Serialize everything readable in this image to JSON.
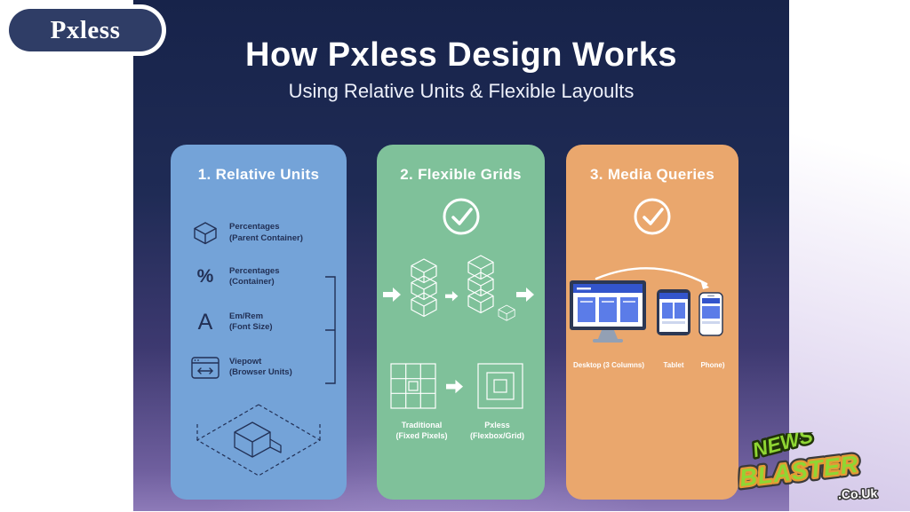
{
  "colors": {
    "background_top": "#17234a",
    "background_bottom": "#8d7ab8",
    "card_relative_units": "#74a3d8",
    "card_flexible_grids": "#7fc19a",
    "card_media_queries": "#eaa76d",
    "logo_pill": "#2f3d66",
    "device_accent_blue": "#3355cc",
    "watermark_green": "#8fd633",
    "watermark_orange": "#e59a35"
  },
  "logo": {
    "label": "Pxless"
  },
  "header": {
    "title": "How Pxless Design Works",
    "subtitle": "Using Relative Units & Flexible Layoults"
  },
  "cards": {
    "relative_units": {
      "title": "1. Relative Units",
      "items": [
        {
          "icon": "isometric-cube-icon",
          "line1": "Percentages",
          "line2": "(Parent Container)"
        },
        {
          "icon": "percent-icon",
          "glyph": "%",
          "line1": "Percentages",
          "line2": "(Container)"
        },
        {
          "icon": "font-size-icon",
          "glyph": "A",
          "line1": "Em/Rem",
          "line2": "(Font Size)"
        },
        {
          "icon": "viewport-icon",
          "line1": "Viepowt",
          "line2": "(Browser Units)"
        }
      ]
    },
    "flexible_grids": {
      "title": "2. Flexible Grids",
      "before": {
        "line1": "Traditional",
        "line2": "(Fixed Pixels)"
      },
      "after": {
        "line1": "Pxless",
        "line2": "(Flexbox/Grid)"
      }
    },
    "media_queries": {
      "title": "3. Media Queries",
      "labels": {
        "desktop": "Desktop (3 Columns)",
        "tablet": "Tablet",
        "phone": "Phone)"
      }
    }
  },
  "watermark": {
    "line1": "NEWS",
    "line2": "BLASTER",
    "suffix": ".Co.Uk"
  }
}
